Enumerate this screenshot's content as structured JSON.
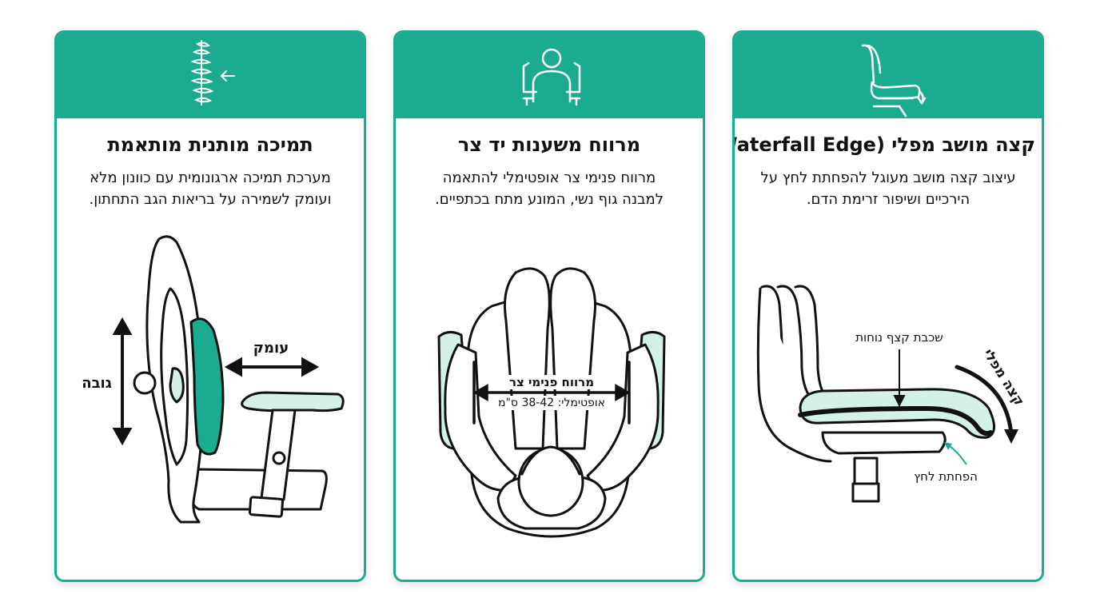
{
  "colors": {
    "accent": "#1bab8e",
    "light_fill": "#d3f1e9",
    "outline": "#111111"
  },
  "cards": [
    {
      "icon": "spine-icon",
      "title": "תמיכה מותנית מותאמת",
      "desc_lines": [
        "מערכת תמיכה ארגונומית עם כוונון מלא",
        "ועומק לשמירה על בריאות הגב התחתון."
      ],
      "labels": {
        "height": "גובה",
        "depth": "עומק"
      }
    },
    {
      "icon": "person-in-chair-icon",
      "title": "מרווח משענות יד צר",
      "desc_lines": [
        "מרווח פנימי צר אופטימלי להתאמה",
        "למבנה גוף נשי, המונע מתח בכתפיים."
      ],
      "labels": {
        "inner_width": "מרווח פנימי צר",
        "optimal": "אופטימלי: 38-42 ס\"מ"
      }
    },
    {
      "icon": "chair-seat-edge-icon",
      "title": "קצה מושב מפלי (Waterfall Edge)",
      "desc_lines": [
        "עיצוב קצה מושב מעוגל להפחתת לחץ על",
        "הירכיים ושיפור זרימת הדם."
      ],
      "labels": {
        "foam": "שכבת קצף נוחות",
        "waterfall": "קצה מפלי",
        "pressure": "הפחתת לחץ"
      }
    }
  ]
}
